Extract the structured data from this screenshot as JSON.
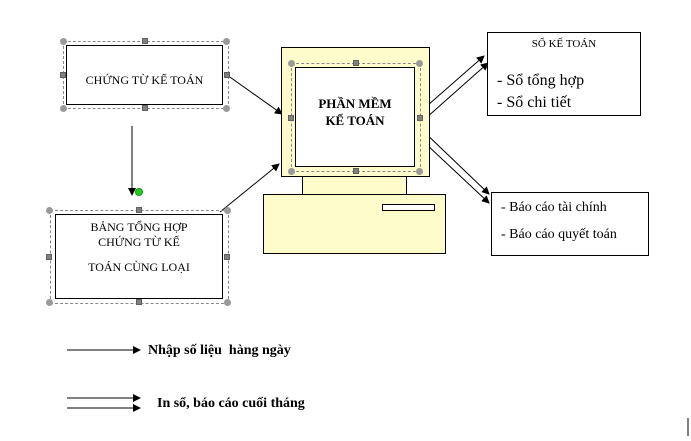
{
  "nodes": {
    "chung_tu": "CHỨNG TỪ KẾ TOÁN",
    "bang_tong_hop_line1": "BẢNG TỔNG HỢP",
    "bang_tong_hop_line2": "CHỨNG TỪ KẾ",
    "bang_tong_hop_line3": "TOÁN CÙNG LOẠI",
    "phan_mem_line1": "PHẦN MỀM",
    "phan_mem_line2": "KẾ TOÁN",
    "so_ke_toan_title": "SỔ KẾ TOÁN",
    "so_tong_hop": "- Sổ tổng hợp",
    "so_chi_tiet": "- Sổ chi tiết",
    "bao_cao_tai_chinh": "- Báo cáo tài chính",
    "bao_cao_quyet_toan": "- Báo cáo quyết toán"
  },
  "legend": {
    "daily_input": "Nhập số liệu  hàng ngày",
    "monthly_output": "In sổ, báo cáo cuối tháng"
  }
}
